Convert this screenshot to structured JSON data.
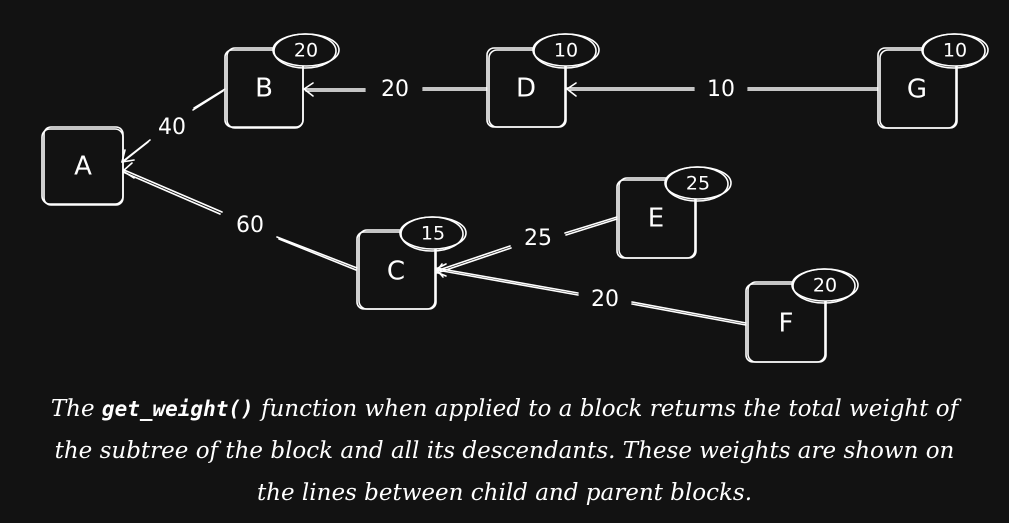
{
  "nodes": {
    "A": {
      "label": "A"
    },
    "B": {
      "label": "B",
      "weight": "20"
    },
    "C": {
      "label": "C",
      "weight": "15"
    },
    "D": {
      "label": "D",
      "weight": "10"
    },
    "E": {
      "label": "E",
      "weight": "25"
    },
    "F": {
      "label": "F",
      "weight": "20"
    },
    "G": {
      "label": "G",
      "weight": "10"
    }
  },
  "edges": {
    "B_A": {
      "label": "40"
    },
    "C_A": {
      "label": "60"
    },
    "D_B": {
      "label": "20"
    },
    "G_D": {
      "label": "10"
    },
    "E_C": {
      "label": "25"
    },
    "F_C": {
      "label": "20"
    }
  },
  "colors": {
    "background": "#121212",
    "foreground": "#ffffff"
  },
  "caption": {
    "before": "The ",
    "code": "get_weight()",
    "after": " function when applied to a block returns the total weight of the subtree of the block and all its descendants. These weights are shown on the lines between child and parent blocks."
  }
}
